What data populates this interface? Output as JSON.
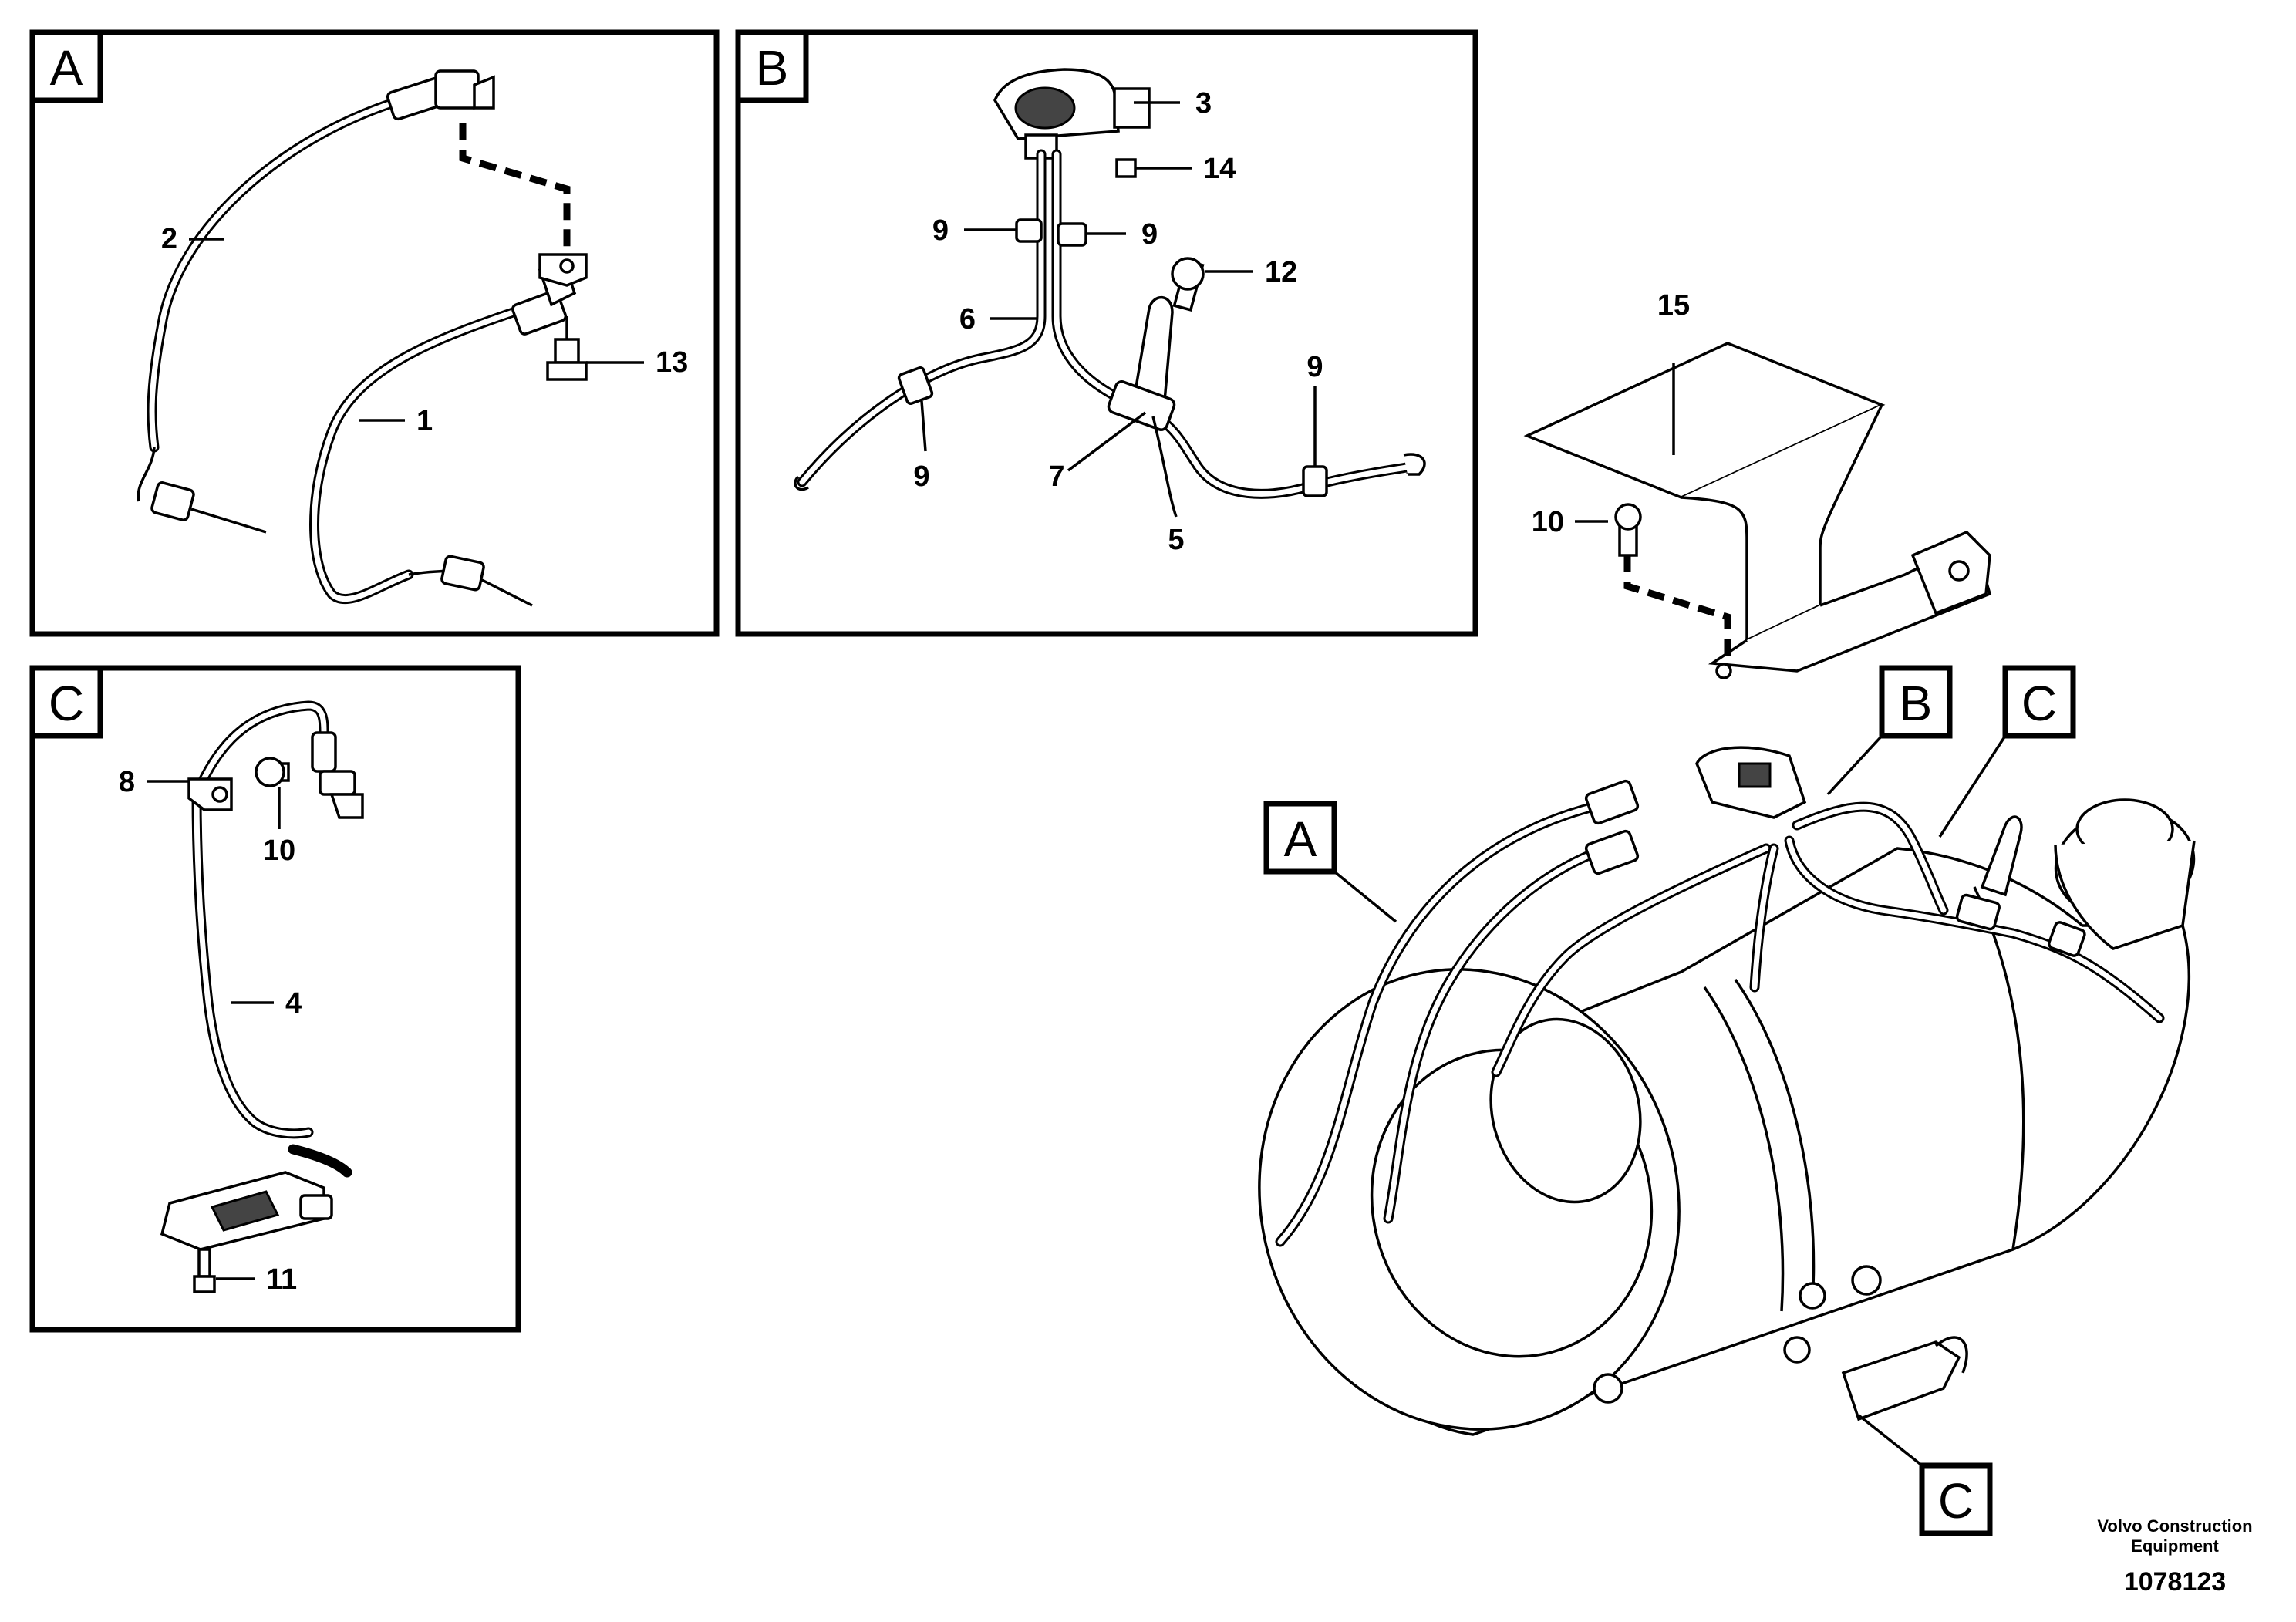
{
  "panels": {
    "a": {
      "tag": "A"
    },
    "b": {
      "tag": "B"
    },
    "c": {
      "tag": "C"
    }
  },
  "callouts": {
    "a": [
      "2",
      "1",
      "13"
    ],
    "b": [
      "3",
      "14",
      "9",
      "9",
      "12",
      "6",
      "9",
      "7",
      "5",
      "9"
    ],
    "c": [
      "8",
      "10",
      "4",
      "11"
    ],
    "main": [
      "15",
      "10"
    ]
  },
  "main_tags": [
    "A",
    "B",
    "C",
    "C"
  ],
  "footer": {
    "company_line1": "Volvo Construction",
    "company_line2": "Equipment",
    "drawing_number": "1078123"
  }
}
